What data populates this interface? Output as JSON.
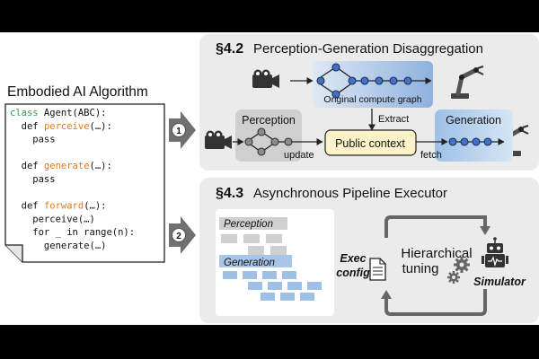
{
  "algorithm": {
    "title": "Embodied AI Algorithm",
    "code_lines": [
      [
        {
          "text": "class",
          "color": "#2a9d4b"
        },
        {
          "text": " Agent(ABC):",
          "color": "#111111"
        }
      ],
      [
        {
          "text": "  def ",
          "color": "#111111"
        },
        {
          "text": "perceive",
          "color": "#e07b1a"
        },
        {
          "text": "(…):",
          "color": "#111111"
        }
      ],
      [
        {
          "text": "    pass",
          "color": "#111111"
        }
      ],
      [
        {
          "text": "",
          "color": "#111111"
        }
      ],
      [
        {
          "text": "  def ",
          "color": "#111111"
        },
        {
          "text": "generate",
          "color": "#e07b1a"
        },
        {
          "text": "(…):",
          "color": "#111111"
        }
      ],
      [
        {
          "text": "    pass",
          "color": "#111111"
        }
      ],
      [
        {
          "text": "",
          "color": "#111111"
        }
      ],
      [
        {
          "text": "  def ",
          "color": "#111111"
        },
        {
          "text": "forward",
          "color": "#e07b1a"
        },
        {
          "text": "(…):",
          "color": "#111111"
        }
      ],
      [
        {
          "text": "    perceive(…)",
          "color": "#111111"
        }
      ],
      [
        {
          "text": "    for _ in range(n):",
          "color": "#111111"
        }
      ],
      [
        {
          "text": "      generate(…)",
          "color": "#111111"
        }
      ]
    ]
  },
  "arrows": {
    "one": "1",
    "two": "2"
  },
  "section_a": {
    "number": "§4.2",
    "title": "Perception-Generation Disaggregation",
    "original_graph_label": "Original compute graph",
    "extract_label": "Extract",
    "perception_label": "Perception",
    "generation_label": "Generation",
    "public_context_label": "Public context",
    "update_label": "update",
    "fetch_label": "fetch"
  },
  "section_b": {
    "number": "§4.3",
    "title": "Asynchronous Pipeline Executor",
    "perception_label": "Perception",
    "generation_label": "Generation",
    "exec_config_line1": "Exec",
    "exec_config_line2": "config",
    "tuning_line1": "Hierarchical",
    "tuning_line2": "tuning",
    "simulator_label": "Simulator"
  },
  "icons": {
    "camera": "camera-icon",
    "robot_arm": "robot-arm-icon",
    "document": "document-icon",
    "gear": "gear-icon",
    "robot": "robot-icon"
  },
  "colors": {
    "panel_bg": "#ebebeb",
    "blue_node": "#3f73c4",
    "blue_box": "#b3cde9",
    "gray_box": "#cfcfcf",
    "context_fill": "#fdf3c8",
    "badge": "#707070"
  }
}
